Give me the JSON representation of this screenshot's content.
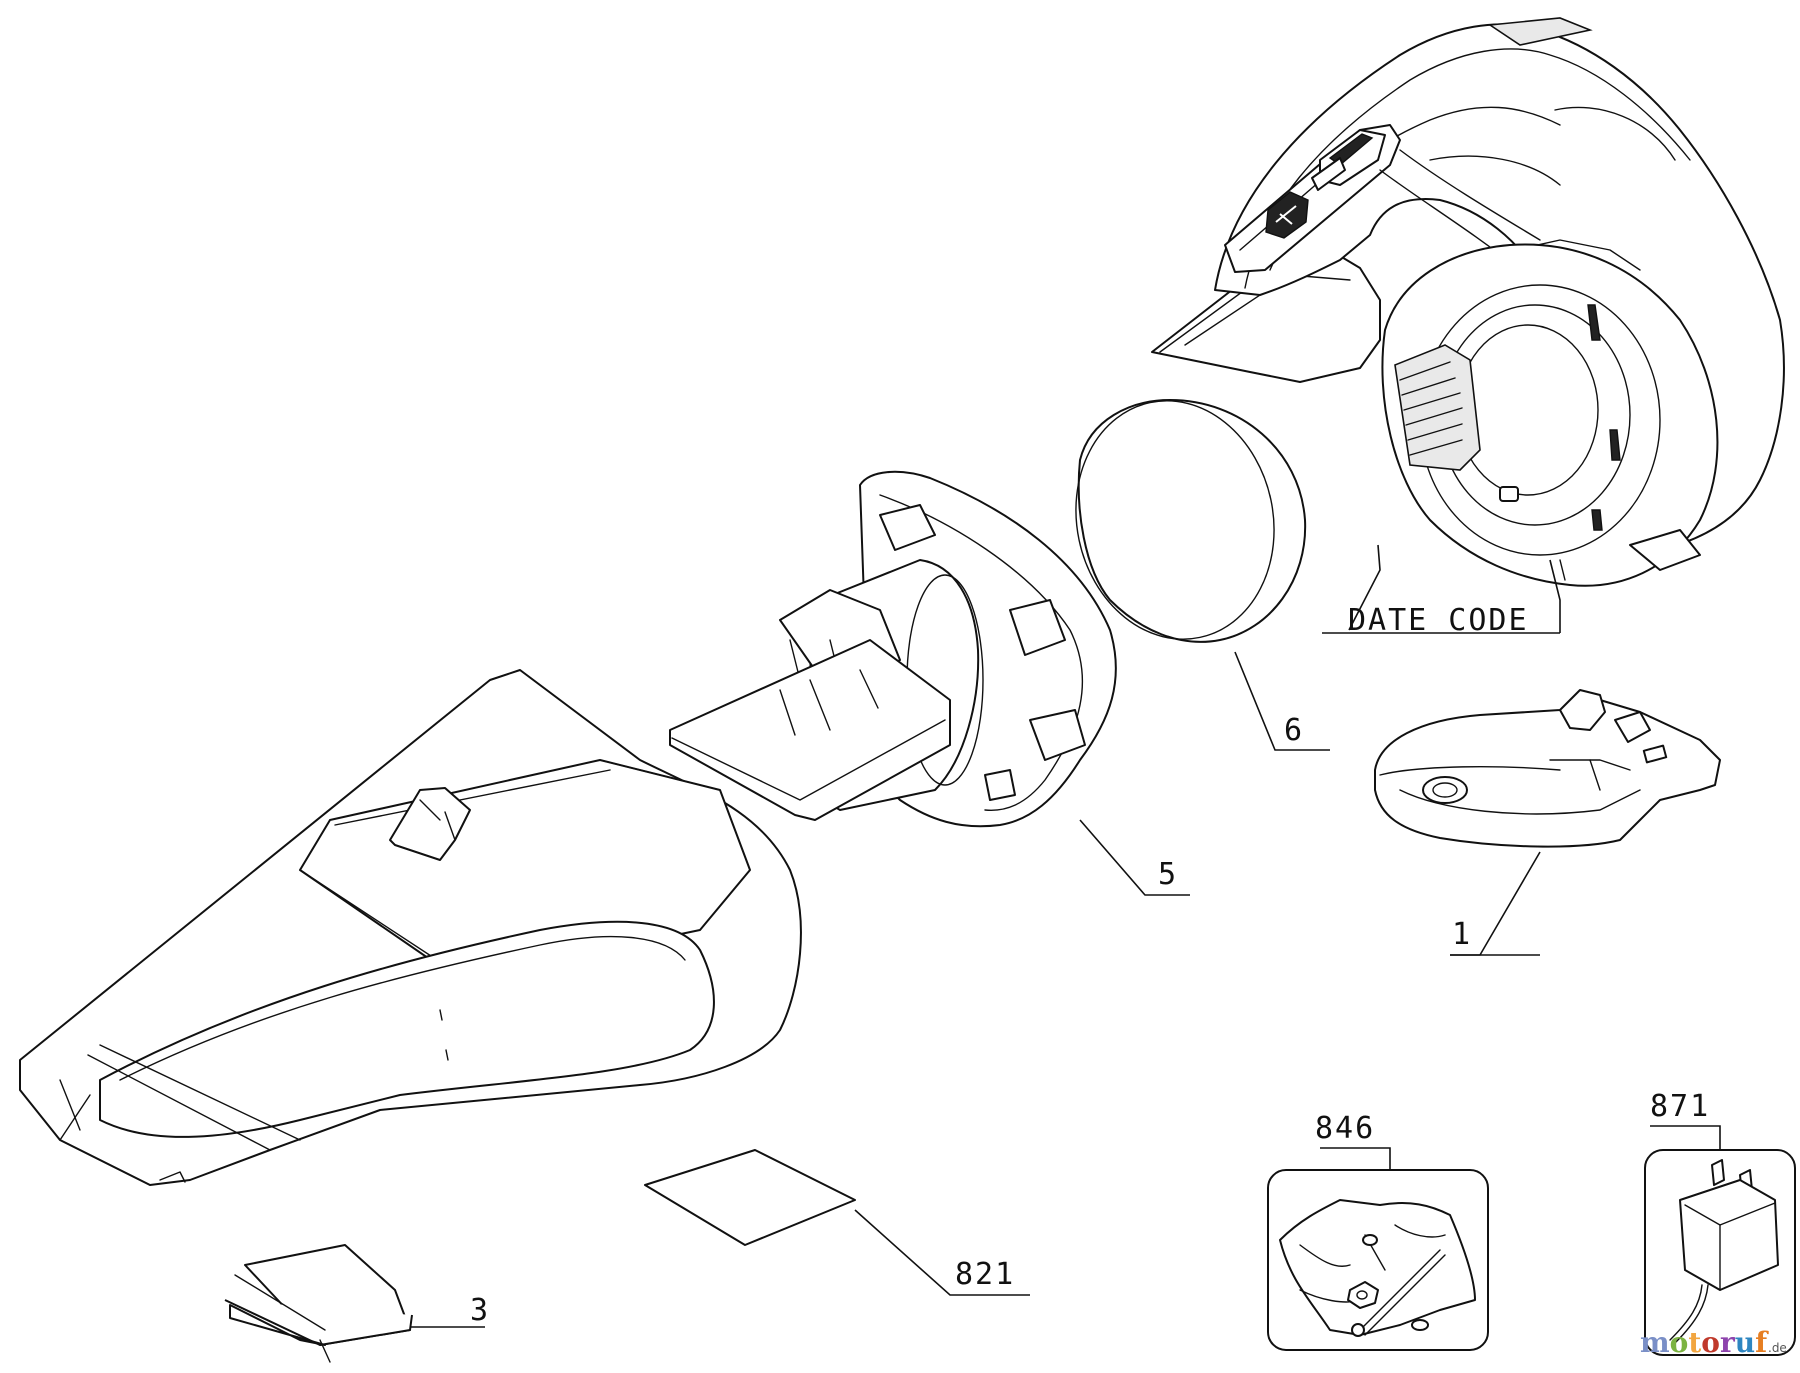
{
  "diagram": {
    "labels": {
      "date_code": "DATE CODE",
      "part_1": "1",
      "part_3": "3",
      "part_5": "5",
      "part_6": "6",
      "part_821": "821",
      "part_846": "846",
      "part_871": "871"
    }
  },
  "watermark": {
    "letters": [
      "m",
      "o",
      "t",
      "o",
      "r",
      "u",
      "f"
    ],
    "colors": [
      "#7a8fc7",
      "#7cb342",
      "#f2a640",
      "#c0392b",
      "#8e44ad",
      "#2e86c1",
      "#e67e22"
    ],
    "suffix": ".de"
  },
  "icons": {
    "switch_icon": "power-switch-icon",
    "badge_icon": "brand-badge-icon"
  }
}
